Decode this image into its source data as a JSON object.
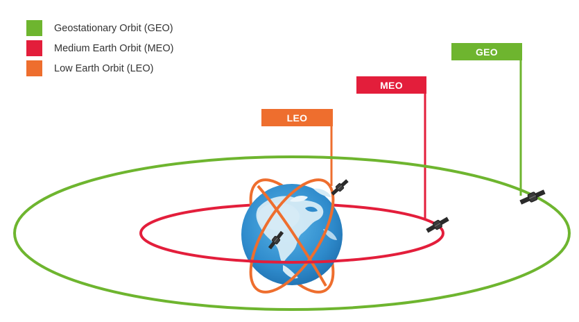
{
  "legend": [
    {
      "label": "Geostationary Orbit (GEO)",
      "color": "#6eb52f"
    },
    {
      "label": "Medium Earth Orbit (MEO)",
      "color": "#e31e3b"
    },
    {
      "label": "Low Earth Orbit (LEO)",
      "color": "#ee6e2e"
    }
  ],
  "flags": {
    "geo": "GEO",
    "meo": "MEO",
    "leo": "LEO"
  },
  "colors": {
    "geo": "#6eb52f",
    "meo": "#e31e3b",
    "leo": "#ee6e2e",
    "earth_ocean": "#2f8fd0",
    "earth_land": "#cfe6f3",
    "satellite": "#2a2a2a"
  }
}
